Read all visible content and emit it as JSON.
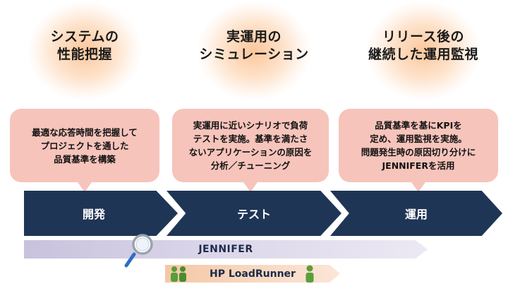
{
  "columns": [
    {
      "heading": [
        "システムの",
        "性能把握"
      ],
      "bubble": [
        "最適な応答時間を把握して",
        "プロジェクトを通した",
        "品質基準を構築"
      ],
      "phase": "開発"
    },
    {
      "heading": [
        "実運用の",
        "シミュレーション"
      ],
      "bubble": [
        "実運用に近いシナリオで負荷",
        "テストを実施。基準を満たさ",
        "ないアプリケーションの原因を",
        "分析／チューニング"
      ],
      "phase": "テスト"
    },
    {
      "heading": [
        "リリース後の",
        "継続した運用監視"
      ],
      "bubble": [
        "品質基準を基にKPIを",
        "定め、運用監視を実施。",
        "問題発生時の原因切り分けに",
        "JENNIFERを活用"
      ],
      "phase": "運用"
    }
  ],
  "tools": {
    "jennifer": "JENNIFER",
    "loadrunner": "HP LoadRunner"
  },
  "icons": {
    "jennifer": "magnifier-icon",
    "loadrunner_left": "people-icon",
    "loadrunner_right": "person-icon"
  },
  "colors": {
    "phase_arrow": "#1f3556",
    "bubble": "#f6c4bb",
    "glow": "#fcc496",
    "jennifer_bar": "#d6d1e6",
    "loadrunner_bar": "#f7cfb2",
    "person_green": "#5a9e3a"
  }
}
